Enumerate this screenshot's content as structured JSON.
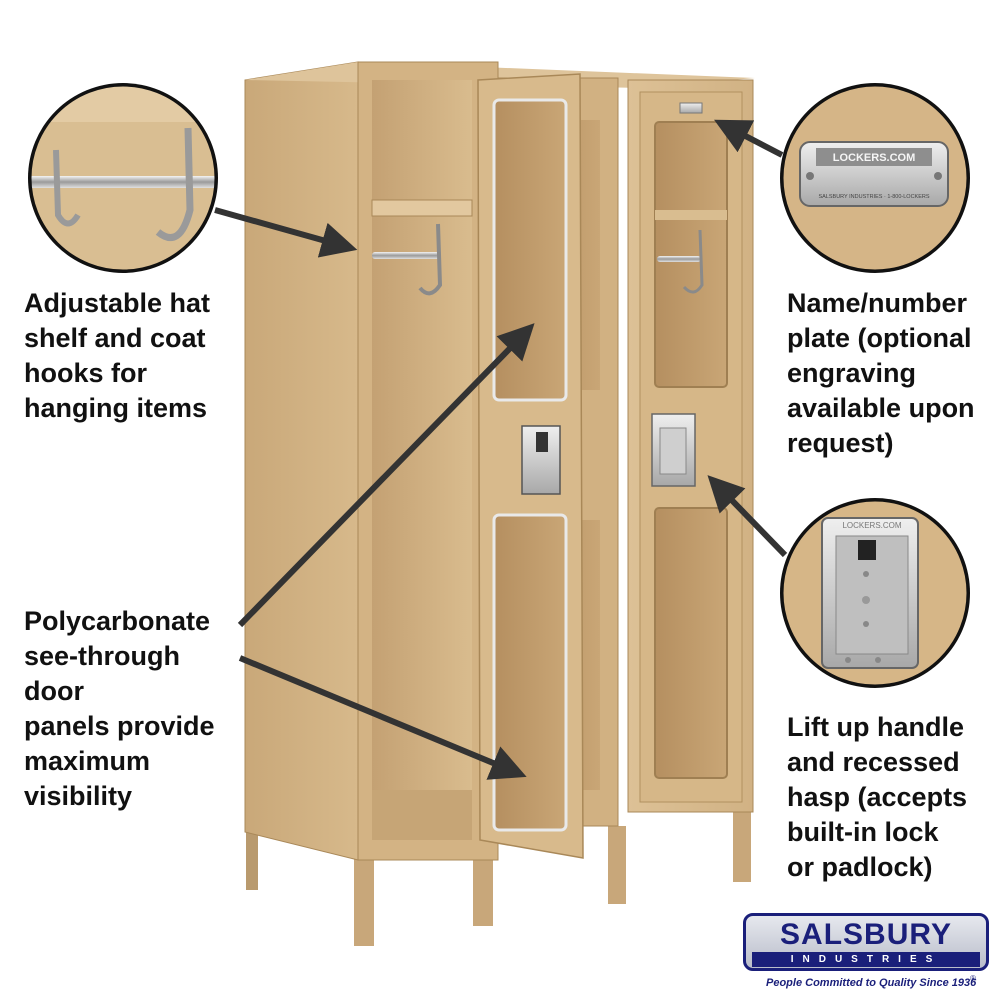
{
  "callouts": {
    "hooks": "Adjustable hat\nshelf and coat\nhooks for\nhanging items",
    "panels": "Polycarbonate\nsee-through door\npanels provide\nmaximum\nvisibility",
    "plate": "Name/number\nplate (optional\nengraving\navailable upon\nrequest)",
    "handle": "Lift up handle\nand recessed\nhasp (accepts\nbuilt-in lock\nor padlock)"
  },
  "insets": {
    "plate_brand": "LOCKERS.COM",
    "plate_small": "SALSBURY INDUSTRIES · 1-800-LOCKERS",
    "handle_brand": "LOCKERS.COM"
  },
  "logo": {
    "name": "SALSBURY",
    "sub": "INDUSTRIES",
    "tagline": "People Committed to Quality Since 1936",
    "reg": "®"
  },
  "colors": {
    "locker_tan": "#d2b283",
    "locker_shadow": "#b8966a",
    "brand_navy": "#1a1f7a",
    "arrow": "#3a3a3a"
  }
}
